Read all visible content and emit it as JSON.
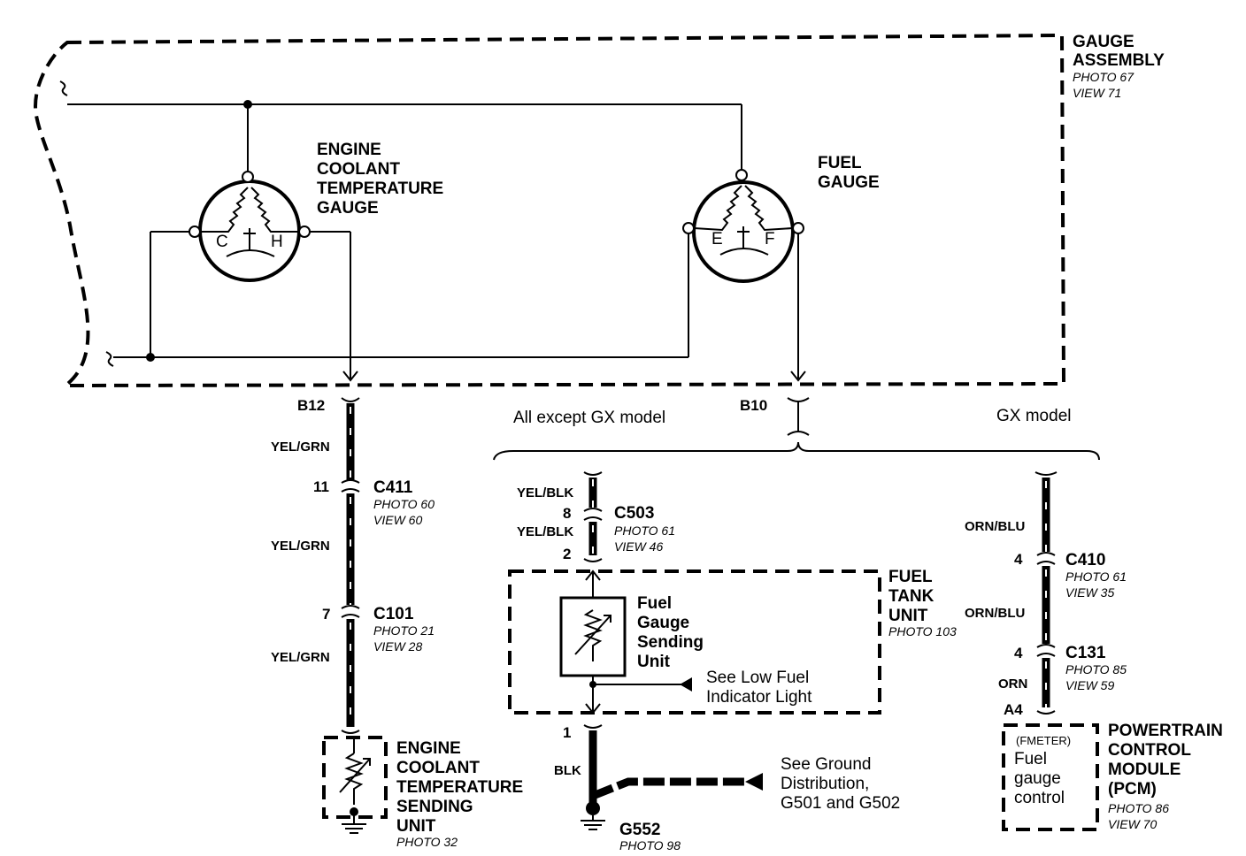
{
  "gauge_assembly": {
    "title_line1": "GAUGE",
    "title_line2": "ASSEMBLY",
    "photo": "PHOTO 67",
    "view": "VIEW 71"
  },
  "ect_gauge": {
    "line1": "ENGINE",
    "line2": "COOLANT",
    "line3": "TEMPERATURE",
    "line4": "GAUGE",
    "cold": "C",
    "hot": "H"
  },
  "fuel_gauge": {
    "line1": "FUEL",
    "line2": "GAUGE",
    "empty": "E",
    "full": "F"
  },
  "pins": {
    "b12": "B12",
    "b10": "B10",
    "c411_pin": "11",
    "c101_pin": "7",
    "c503_pin_top": "8",
    "c503_pin_bottom": "2",
    "fuel_tank_pin": "1",
    "c410_pin": "4",
    "c131_pin": "4",
    "pcm_pin": "A4"
  },
  "variants": {
    "all_except_gx": "All except GX model",
    "gx": "GX model"
  },
  "wires": {
    "yel_grn_1": "YEL/GRN",
    "yel_grn_2": "YEL/GRN",
    "yel_grn_3": "YEL/GRN",
    "yel_blk_1": "YEL/BLK",
    "yel_blk_2": "YEL/BLK",
    "blk": "BLK",
    "orn_blu_1": "ORN/BLU",
    "orn_blu_2": "ORN/BLU",
    "orn": "ORN"
  },
  "connectors": {
    "c411": {
      "name": "C411",
      "photo": "PHOTO 60",
      "view": "VIEW 60"
    },
    "c101": {
      "name": "C101",
      "photo": "PHOTO 21",
      "view": "VIEW 28"
    },
    "c503": {
      "name": "C503",
      "photo": "PHOTO 61",
      "view": "VIEW 46"
    },
    "c410": {
      "name": "C410",
      "photo": "PHOTO 61",
      "view": "VIEW 35"
    },
    "c131": {
      "name": "C131",
      "photo": "PHOTO 85",
      "view": "VIEW 59"
    }
  },
  "fuel_tank_unit": {
    "line1": "FUEL",
    "line2": "TANK",
    "line3": "UNIT",
    "photo": "PHOTO 103"
  },
  "fuel_sending_unit": {
    "line1": "Fuel",
    "line2": "Gauge",
    "line3": "Sending",
    "line4": "Unit"
  },
  "low_fuel_ref": {
    "line1": "See Low Fuel",
    "line2": "Indicator Light"
  },
  "ect_sending_unit": {
    "line1": "ENGINE",
    "line2": "COOLANT",
    "line3": "TEMPERATURE",
    "line4": "SENDING",
    "line5": "UNIT",
    "photo": "PHOTO 32"
  },
  "ground": {
    "name": "G552",
    "photo": "PHOTO 98",
    "ref_line1": "See Ground",
    "ref_line2": "Distribution,",
    "ref_line3": "G501 and G502"
  },
  "pcm": {
    "line1": "POWERTRAIN",
    "line2": "CONTROL",
    "line3": "MODULE",
    "line4": "(PCM)",
    "photo": "PHOTO 86",
    "view": "VIEW 70",
    "fmeter": "(FMETER)",
    "inner1": "Fuel",
    "inner2": "gauge",
    "inner3": "control"
  }
}
